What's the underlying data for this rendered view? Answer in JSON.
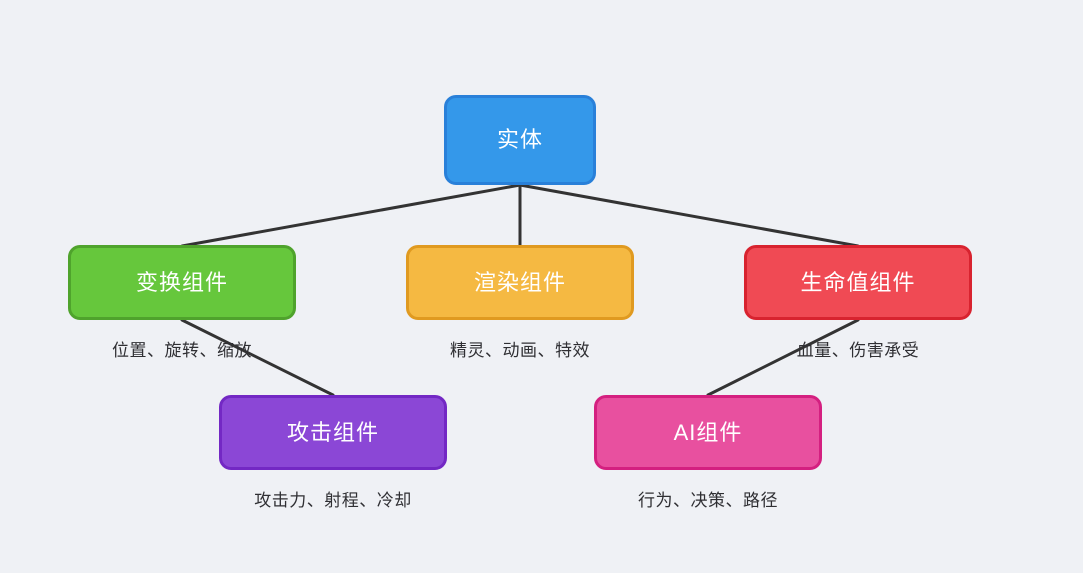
{
  "diagram": {
    "type": "tree",
    "background_color": "#eff1f5",
    "edge_color": "#333333",
    "caption_color": "#2f2f33",
    "node_text_color": "#ffffff",
    "root": {
      "id": "entity",
      "label": "实体",
      "fill": "#3498ea",
      "border": "#2980d9"
    },
    "nodes": [
      {
        "id": "transform",
        "label": "变换组件",
        "caption": "位置、旋转、缩放",
        "fill": "#66c73c",
        "border": "#4fa32c"
      },
      {
        "id": "render",
        "label": "渲染组件",
        "caption": "精灵、动画、特效",
        "fill": "#f5b942",
        "border": "#e09a20"
      },
      {
        "id": "health",
        "label": "生命值组件",
        "caption": "血量、伤害承受",
        "fill": "#f04a54",
        "border": "#d8232f"
      },
      {
        "id": "attack",
        "label": "攻击组件",
        "caption": "攻击力、射程、冷却",
        "fill": "#8b47d6",
        "border": "#7328c4"
      },
      {
        "id": "ai",
        "label": "AI组件",
        "caption": "行为、决策、路径",
        "fill": "#e8509f",
        "border": "#d42080"
      }
    ],
    "edges": [
      {
        "from": "entity",
        "to": "transform"
      },
      {
        "from": "entity",
        "to": "render"
      },
      {
        "from": "entity",
        "to": "health"
      },
      {
        "from": "transform",
        "to": "attack"
      },
      {
        "from": "health",
        "to": "ai"
      }
    ]
  }
}
